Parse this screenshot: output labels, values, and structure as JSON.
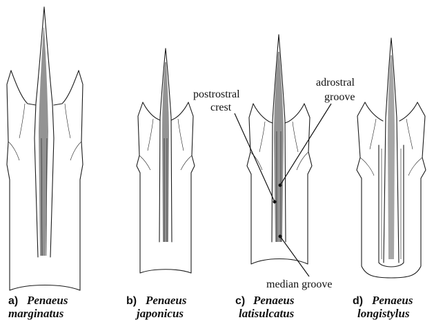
{
  "labels": {
    "postrostral_line1": "postrostral",
    "postrostral_line2": "crest",
    "adrostral_line1": "adrostral",
    "adrostral_line2": "groove",
    "median_groove": "median groove"
  },
  "panels": [
    {
      "letter": "a)",
      "genus": "Penaeus",
      "species": "marginatus"
    },
    {
      "letter": "b)",
      "genus": "Penaeus",
      "species": "japonicus"
    },
    {
      "letter": "c)",
      "genus": "Penaeus",
      "species": "latisulcatus"
    },
    {
      "letter": "d)",
      "genus": "Penaeus",
      "species": "longistylus"
    }
  ]
}
